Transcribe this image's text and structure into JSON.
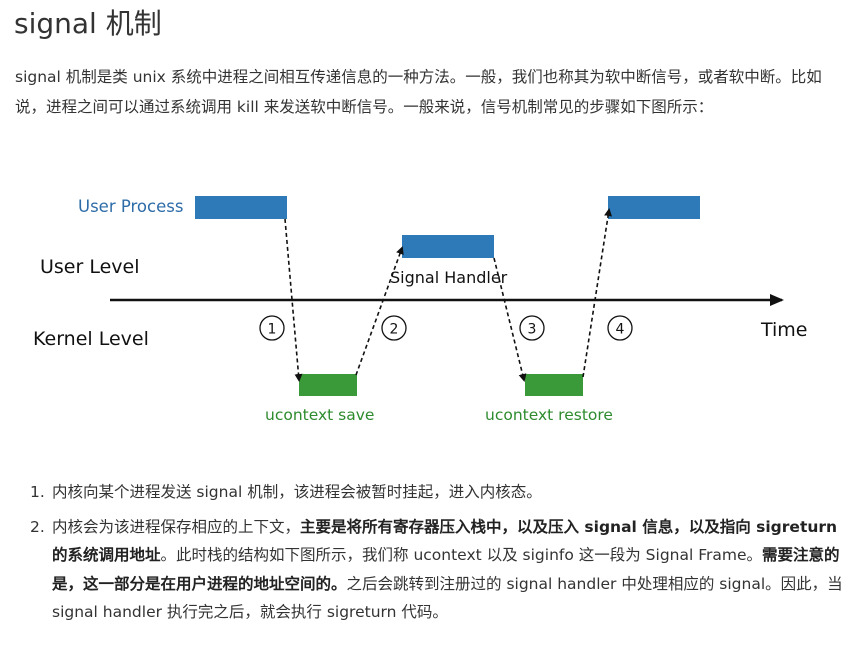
{
  "title": "signal 机制",
  "intro": "signal 机制是类 unix 系统中进程之间相互传递信息的一种方法。一般，我们也称其为软中断信号，或者软中断。比如说，进程之间可以通过系统调用 kill 来发送软中断信号。一般来说，信号机制常见的步骤如下图所示：",
  "diagram": {
    "user_process": "User Process",
    "user_level": "User Level",
    "kernel_level": "Kernel Level",
    "time": "Time",
    "signal_handler": "Signal Handler",
    "ucontext_save": "ucontext save",
    "ucontext_restore": "ucontext restore",
    "step_numbers": [
      "1",
      "2",
      "3",
      "4"
    ],
    "colors": {
      "blue": "#2e7ab9",
      "green": "#3a9a3a",
      "user_process_text": "#2e6ca8",
      "green_text": "#2e8b2e"
    }
  },
  "steps": [
    {
      "num": "1.",
      "parts": [
        {
          "text": "内核向某个进程发送 signal 机制，该进程会被暂时挂起，进入内核态。",
          "bold": false
        }
      ]
    },
    {
      "num": "2.",
      "parts": [
        {
          "text": "内核会为该进程保存相应的上下文，",
          "bold": false
        },
        {
          "text": "主要是将所有寄存器压入栈中，以及压入 signal 信息，以及指向 sigreturn 的系统调用地址",
          "bold": true
        },
        {
          "text": "。此时栈的结构如下图所示，我们称 ucontext 以及 siginfo 这一段为 Signal Frame。",
          "bold": false
        },
        {
          "text": "需要注意的是，这一部分是在用户进程的地址空间的。",
          "bold": true
        },
        {
          "text": "之后会跳转到注册过的 signal handler 中处理相应的 signal。因此，当 signal handler 执行完之后，就会执行 sigreturn 代码。",
          "bold": false
        }
      ]
    }
  ]
}
